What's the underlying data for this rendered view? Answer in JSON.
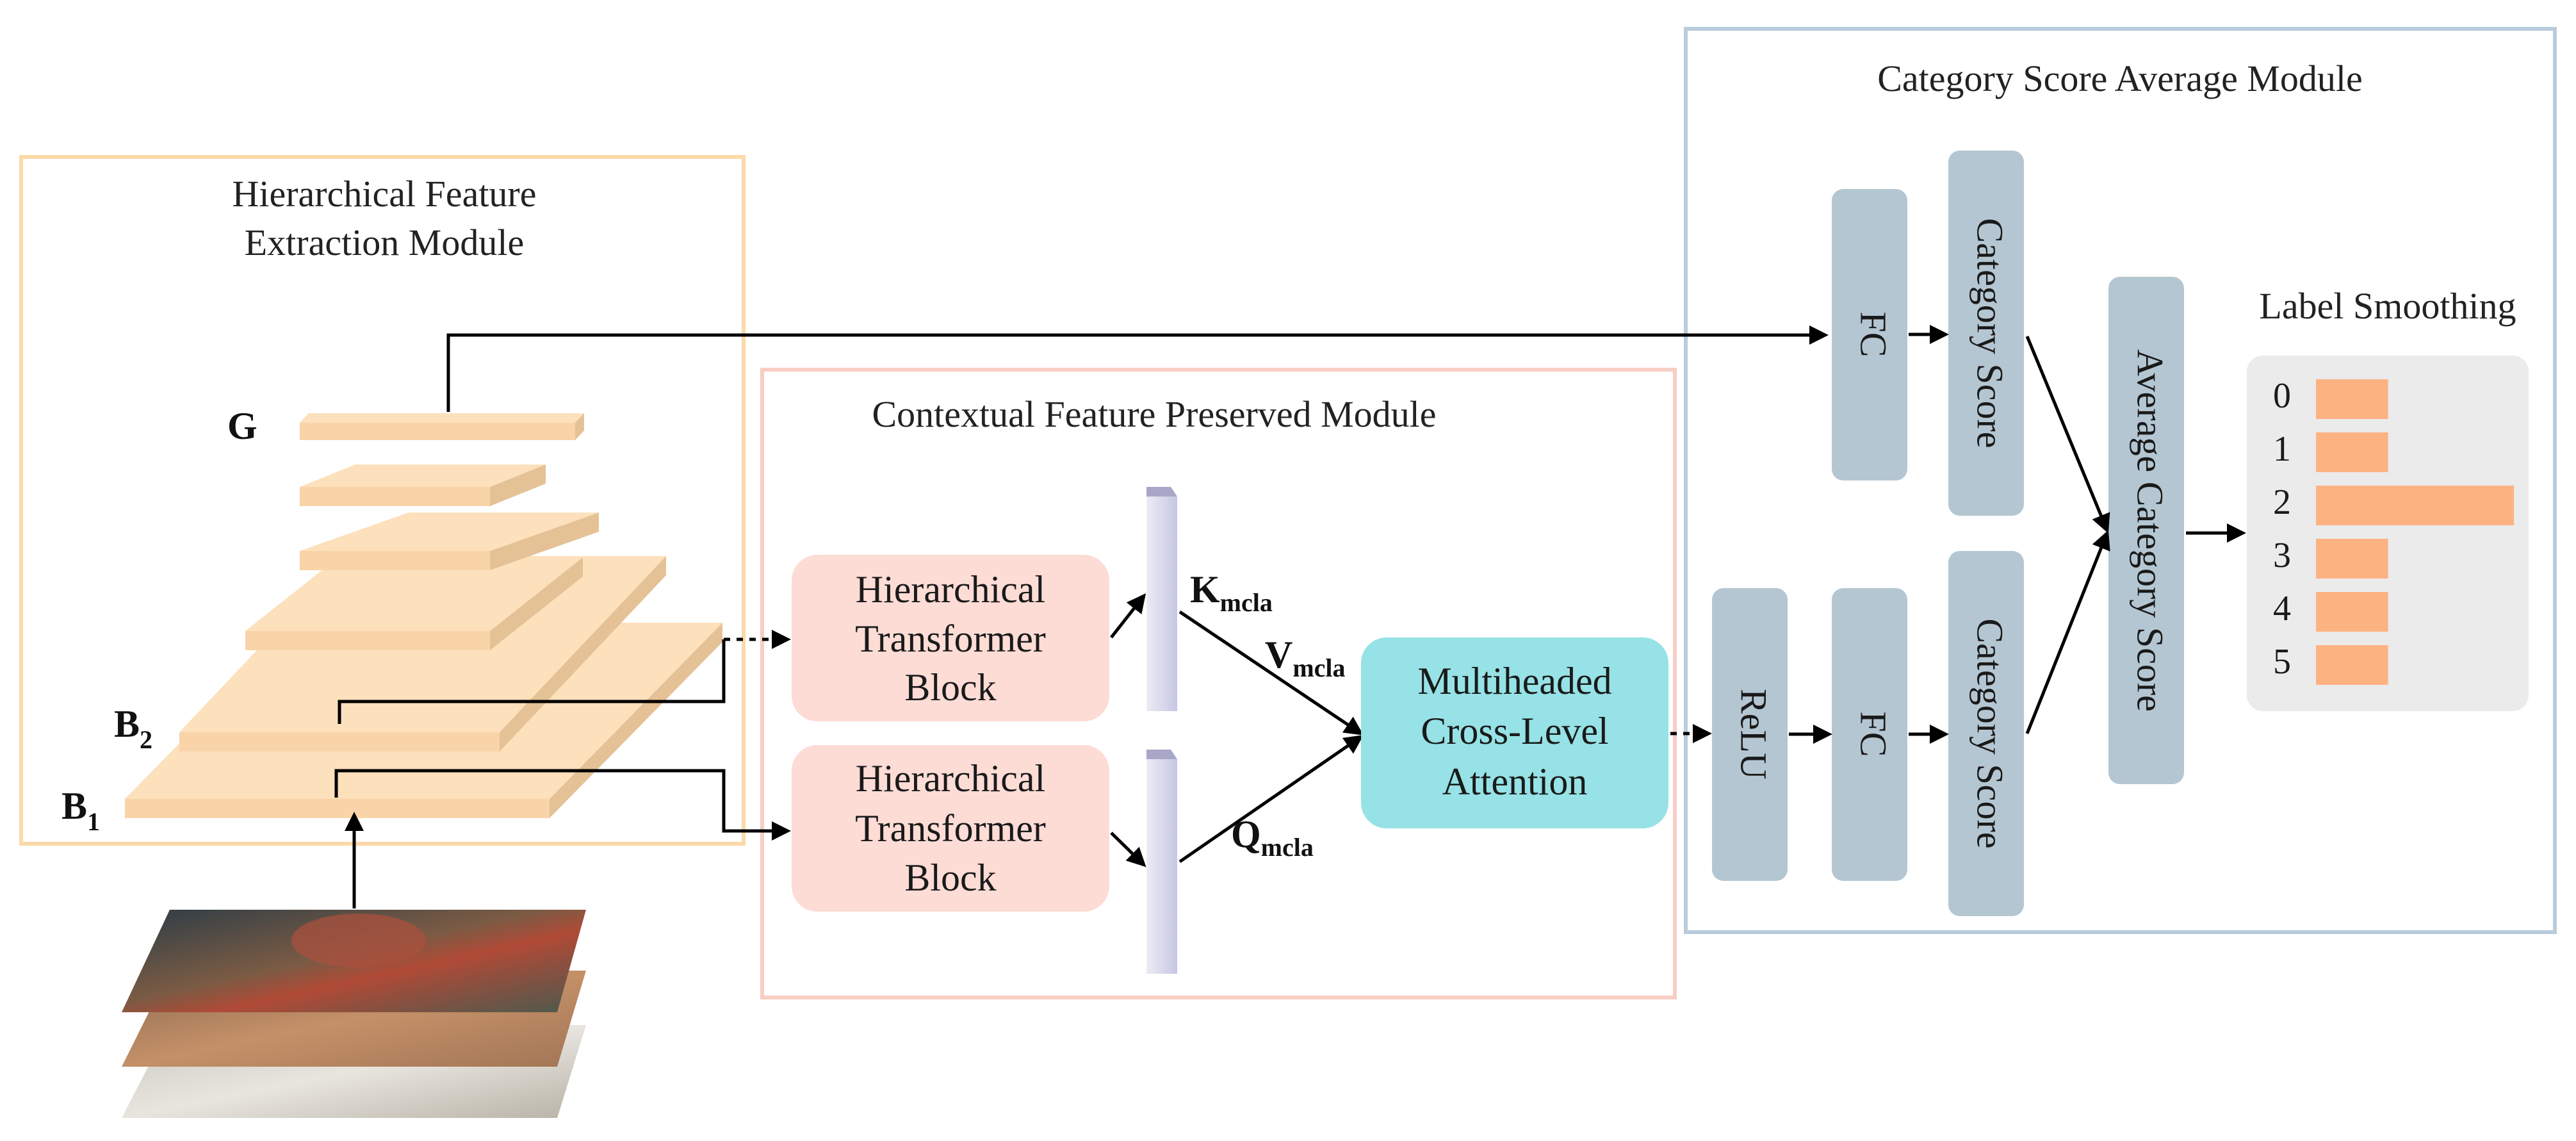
{
  "modules": {
    "hfe": {
      "title_line1": "Hierarchical Feature",
      "title_line2": "Extraction Module"
    },
    "cfp": {
      "title": "Contextual Feature Preserved Module"
    },
    "csa": {
      "title": "Category Score Average Module"
    }
  },
  "pyramid": {
    "g_label": "G",
    "b2_label": "B",
    "b2_sub": "2",
    "b1_label": "B",
    "b1_sub": "1"
  },
  "blocks": {
    "htb_top": {
      "line1": "Hierarchical",
      "line2": "Transformer",
      "line3": "Block"
    },
    "htb_bottom": {
      "line1": "Hierarchical",
      "line2": "Transformer",
      "line3": "Block"
    },
    "mcla": {
      "line1": "Multiheaded",
      "line2": "Cross-Level",
      "line3": "Attention"
    }
  },
  "attention_labels": {
    "k": "K",
    "k_sub": "mcla",
    "v": "V",
    "v_sub": "mcla",
    "q": "Q",
    "q_sub": "mcla"
  },
  "csa_blocks": {
    "fc_top": "FC",
    "category_score_top": "Category Score",
    "relu": "ReLU",
    "fc_bottom": "FC",
    "category_score_bottom": "Category Score",
    "average_category_score": "Average Category Score"
  },
  "label_smoothing": {
    "title": "Label Smoothing",
    "items": [
      {
        "label": "0",
        "value": 0.35
      },
      {
        "label": "1",
        "value": 0.35
      },
      {
        "label": "2",
        "value": 0.96
      },
      {
        "label": "3",
        "value": 0.35
      },
      {
        "label": "4",
        "value": 0.35
      },
      {
        "label": "5",
        "value": 0.35
      }
    ]
  },
  "colors": {
    "hfe_border": "#fcd9a8",
    "cfp_border": "#f8cdc3",
    "csa_border": "#b8ccdc",
    "pyramid_top": "#fde0bc",
    "pyramid_side": "#e5c196",
    "htb_fill": "#fddcd6",
    "mcla_fill": "#96e2e6",
    "csa_block_fill": "#b4c6d2",
    "ls_panel": "#ebebeb",
    "ls_bar": "#fdb282",
    "feature_bar": "#d9d8ee"
  }
}
